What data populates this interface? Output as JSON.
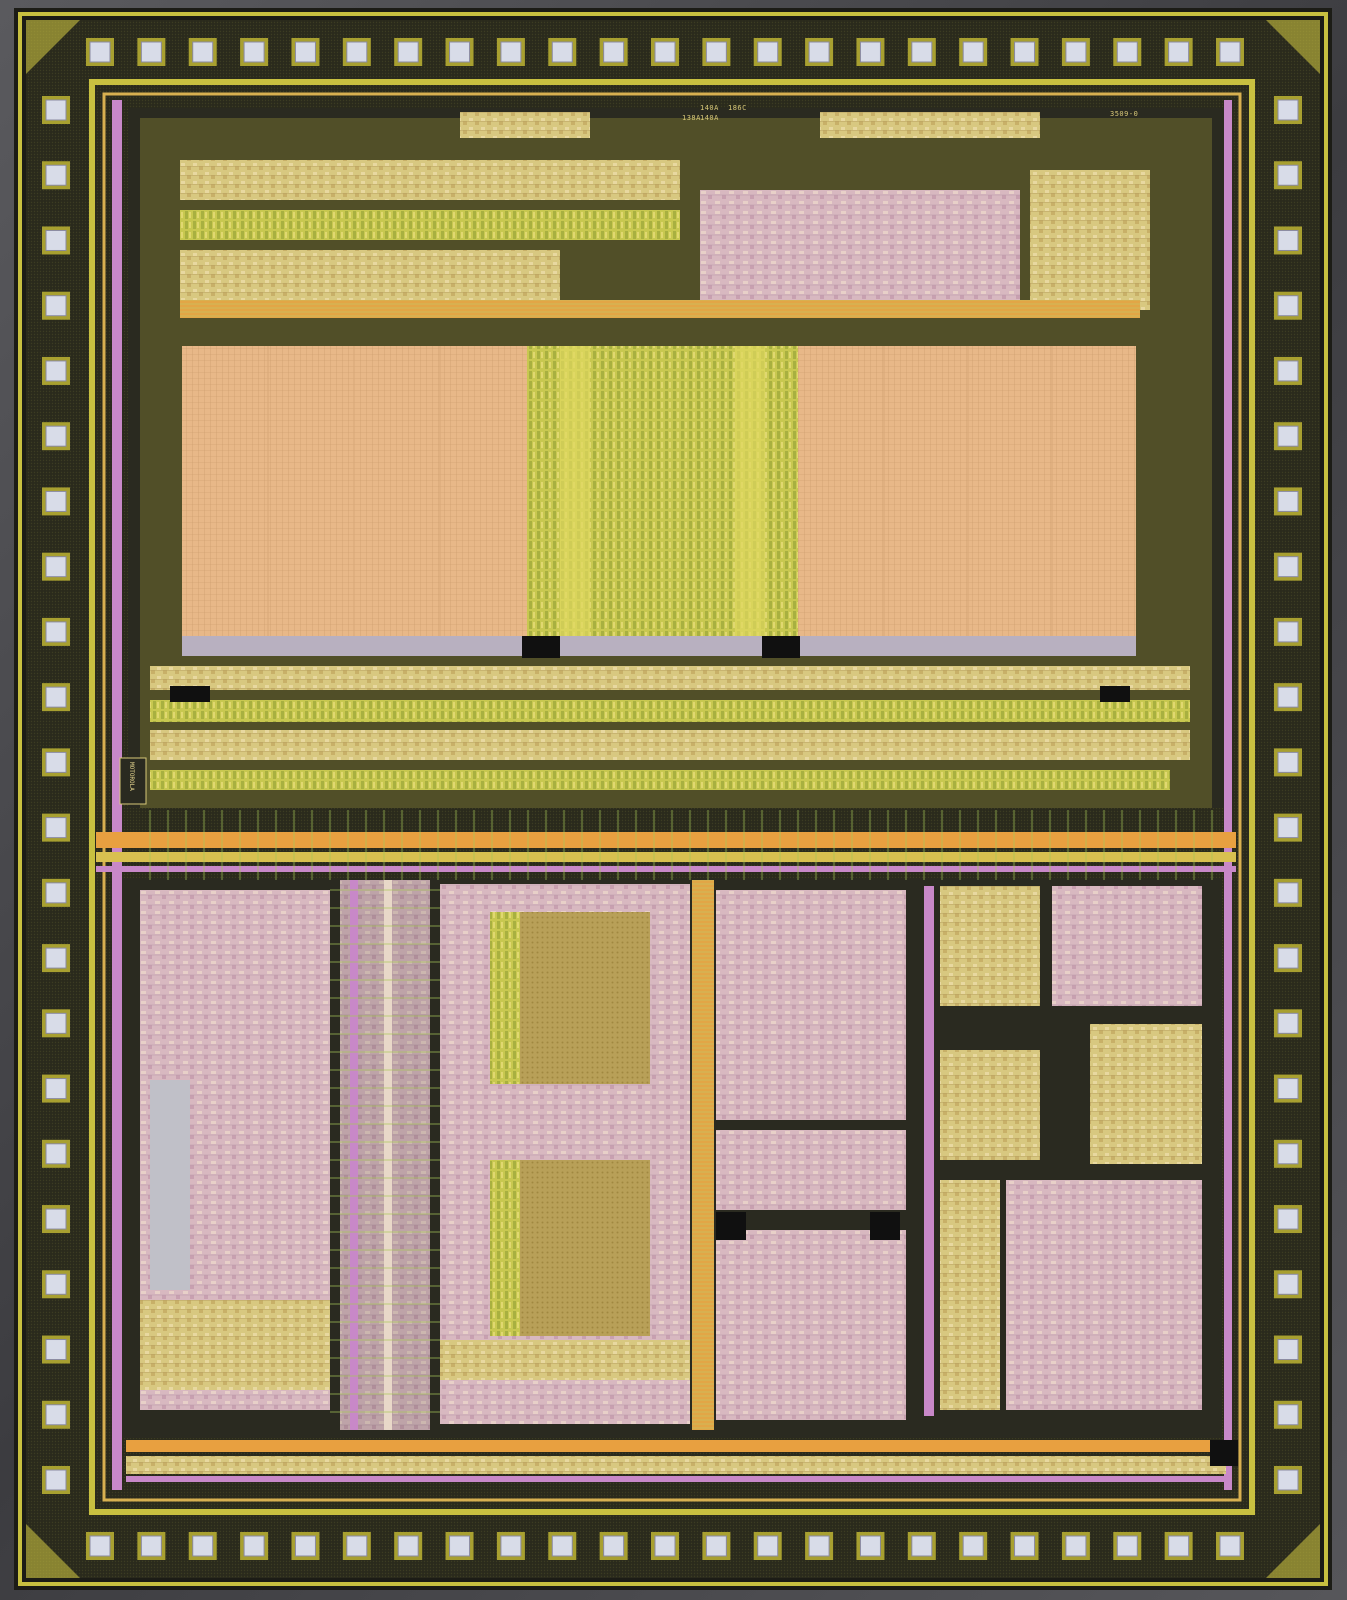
{
  "colors": {
    "background": "#4a4a4e",
    "pad_ring_metal": "#c8c040",
    "pad_ring_dark": "#1c1c18",
    "bond_pad": "#d8dce8",
    "bond_pad_frame": "#a8a030",
    "core_border": "#2a2a20",
    "sram_array": "#e8b888",
    "sram_grid": "#c89868",
    "column_logic": "#c8c850",
    "std_cell_pink": "#d8b8c0",
    "std_cell_yellow": "#d8c880",
    "rom_block": "#b8a058",
    "bus_orange": "#e8a040",
    "bus_magenta": "#c888c8",
    "wire_green": "#a8c858",
    "void_black": "#101010"
  },
  "markings": {
    "top_code_a": "138A",
    "top_code_b": "140A",
    "top_code_c": "186C",
    "top_code_d": "140A",
    "top_code_e": "3509-0",
    "logo": "MOTOROLA"
  },
  "pads": {
    "top_count": 23,
    "bottom_count": 23,
    "left_count": 22,
    "right_count": 22
  }
}
